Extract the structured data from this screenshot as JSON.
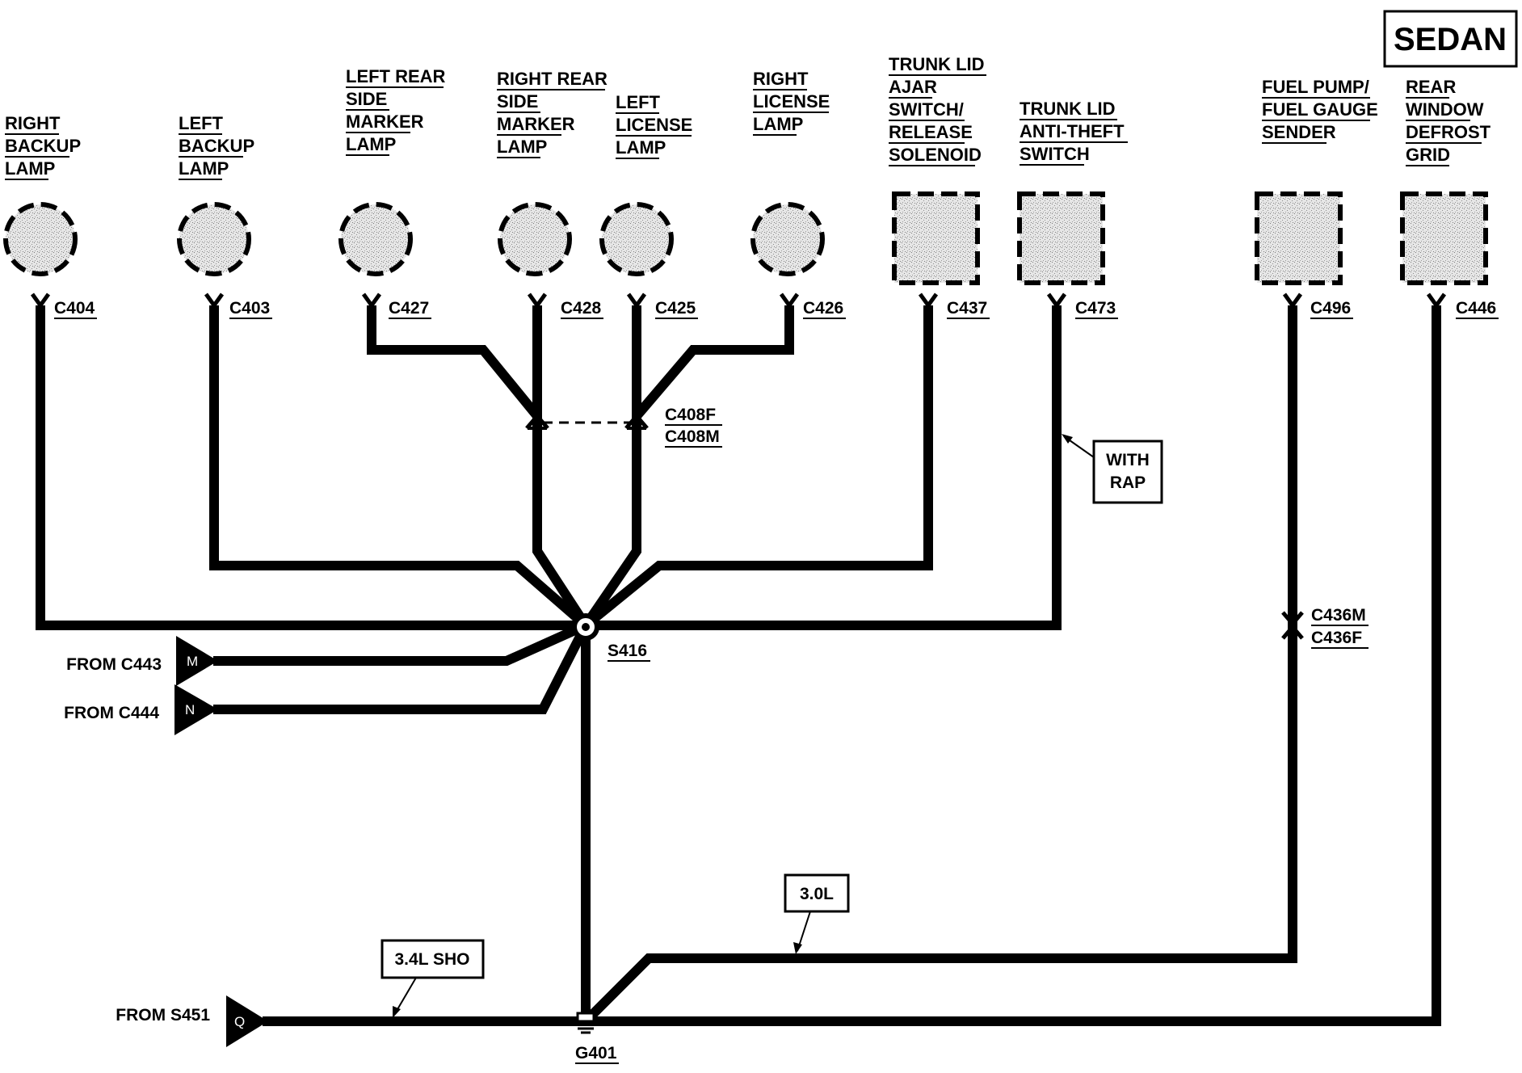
{
  "title": "SEDAN",
  "components": [
    {
      "lines": [
        "RIGHT",
        "BACKUP",
        "LAMP"
      ],
      "connector": "C404"
    },
    {
      "lines": [
        "LEFT",
        "BACKUP",
        "LAMP"
      ],
      "connector": "C403"
    },
    {
      "lines": [
        "LEFT REAR",
        "SIDE",
        "MARKER",
        "LAMP"
      ],
      "connector": "C427"
    },
    {
      "lines": [
        "RIGHT REAR",
        "SIDE",
        "MARKER",
        "LAMP"
      ],
      "connector": "C428"
    },
    {
      "lines": [
        "LEFT",
        "LICENSE",
        "LAMP"
      ],
      "connector": "C425"
    },
    {
      "lines": [
        "RIGHT",
        "LICENSE",
        "LAMP"
      ],
      "connector": "C426"
    },
    {
      "lines": [
        "TRUNK LID",
        "AJAR",
        "SWITCH/",
        "RELEASE",
        "SOLENOID"
      ],
      "connector": "C437"
    },
    {
      "lines": [
        "TRUNK LID",
        "ANTI-THEFT",
        "SWITCH"
      ],
      "connector": "C473"
    },
    {
      "lines": [
        "FUEL PUMP/",
        "FUEL GAUGE",
        "SENDER"
      ],
      "connector": "C496"
    },
    {
      "lines": [
        "REAR",
        "WINDOW",
        "DEFROST",
        "GRID"
      ],
      "connector": "C446"
    }
  ],
  "inline_connectors": {
    "c408f": "C408F",
    "c408m": "C408M",
    "c436m": "C436M",
    "c436f": "C436F"
  },
  "splice": "S416",
  "ground": "G401",
  "options": {
    "with_rap": [
      "WITH",
      "RAP"
    ],
    "engine_30l": "3.0L",
    "engine_34l": "3.4L SHO"
  },
  "sources": [
    {
      "text": "FROM C443",
      "pin": "M"
    },
    {
      "text": "FROM C444",
      "pin": "N"
    },
    {
      "text": "FROM S451",
      "pin": "Q"
    }
  ]
}
